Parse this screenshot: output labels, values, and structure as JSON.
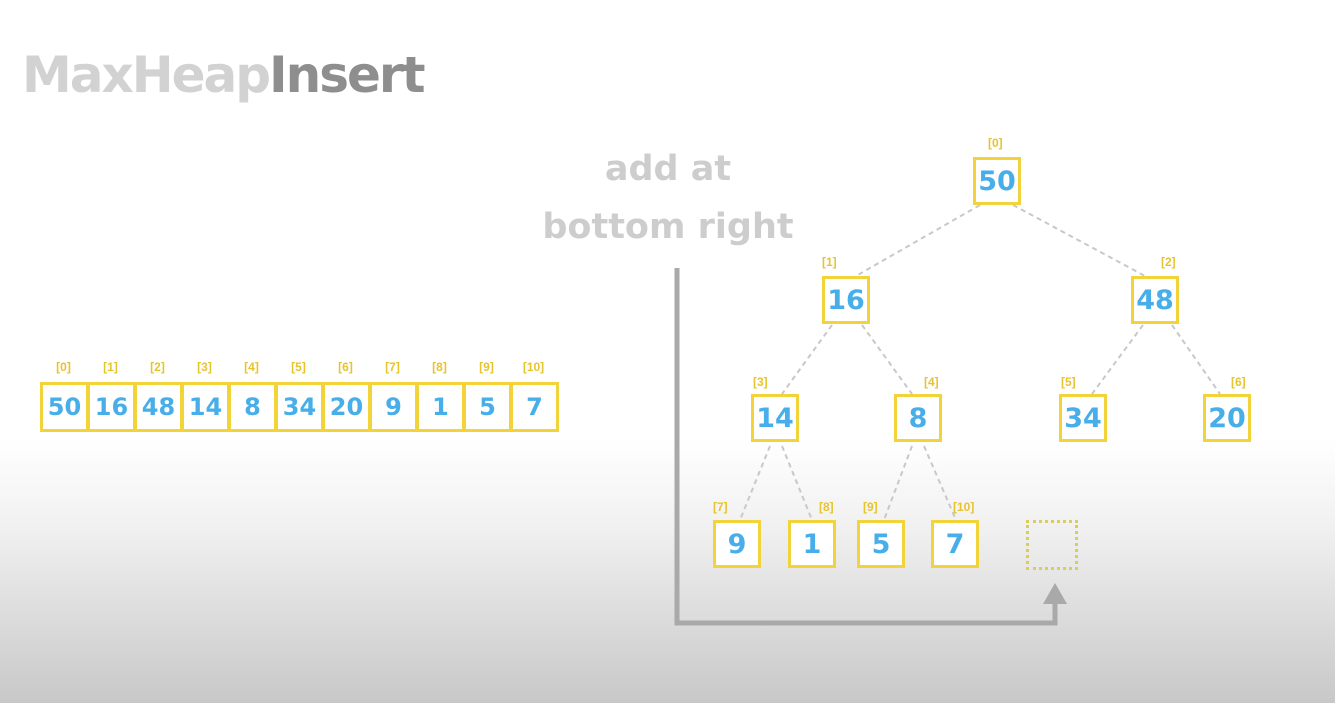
{
  "title": {
    "part1": "MaxHeap",
    "part2": "Insert"
  },
  "hint": {
    "line1": "add at",
    "line2": "bottom right"
  },
  "array": [
    {
      "index": "[0]",
      "value": "50"
    },
    {
      "index": "[1]",
      "value": "16"
    },
    {
      "index": "[2]",
      "value": "48"
    },
    {
      "index": "[3]",
      "value": "14"
    },
    {
      "index": "[4]",
      "value": "8"
    },
    {
      "index": "[5]",
      "value": "34"
    },
    {
      "index": "[6]",
      "value": "20"
    },
    {
      "index": "[7]",
      "value": "9"
    },
    {
      "index": "[8]",
      "value": "1"
    },
    {
      "index": "[9]",
      "value": "5"
    },
    {
      "index": "[10]",
      "value": "7"
    }
  ],
  "tree": [
    {
      "index": "[0]",
      "value": "50"
    },
    {
      "index": "[1]",
      "value": "16"
    },
    {
      "index": "[2]",
      "value": "48"
    },
    {
      "index": "[3]",
      "value": "14"
    },
    {
      "index": "[4]",
      "value": "8"
    },
    {
      "index": "[5]",
      "value": "34"
    },
    {
      "index": "[6]",
      "value": "20"
    },
    {
      "index": "[7]",
      "value": "9"
    },
    {
      "index": "[8]",
      "value": "1"
    },
    {
      "index": "[9]",
      "value": "5"
    },
    {
      "index": "[10]",
      "value": "7"
    }
  ],
  "colors": {
    "box_border": "#f2d43a",
    "value_text": "#47aeea",
    "index_text": "#e6c430",
    "edge": "#c8c8c8",
    "arrow": "#a9a9a9"
  }
}
